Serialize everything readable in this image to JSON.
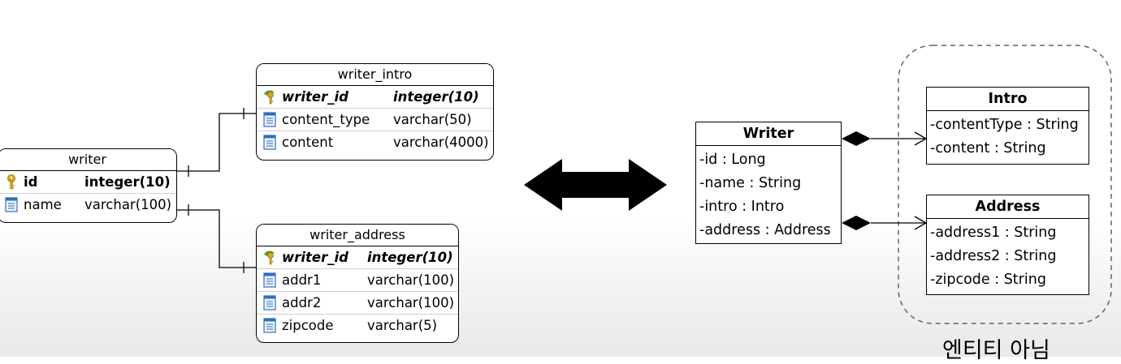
{
  "erd": {
    "writer": {
      "title": "writer",
      "rows": [
        {
          "name": "id",
          "type": "integer(10)",
          "key": "pk"
        },
        {
          "name": "name",
          "type": "varchar(100)",
          "key": "none"
        }
      ]
    },
    "writer_intro": {
      "title": "writer_intro",
      "rows": [
        {
          "name": "writer_id",
          "type": "integer(10)",
          "key": "fk"
        },
        {
          "name": "content_type",
          "type": "varchar(50)",
          "key": "none"
        },
        {
          "name": "content",
          "type": "varchar(4000)",
          "key": "none"
        }
      ]
    },
    "writer_address": {
      "title": "writer_address",
      "rows": [
        {
          "name": "writer_id",
          "type": "integer(10)",
          "key": "fk"
        },
        {
          "name": "addr1",
          "type": "varchar(100)",
          "key": "none"
        },
        {
          "name": "addr2",
          "type": "varchar(100)",
          "key": "none"
        },
        {
          "name": "zipcode",
          "type": "varchar(5)",
          "key": "none"
        }
      ]
    }
  },
  "uml": {
    "writer": {
      "title": "Writer",
      "attributes": [
        "-id : Long",
        "-name : String",
        "-intro : Intro",
        "-address : Address"
      ]
    },
    "intro": {
      "title": "Intro",
      "attributes": [
        "-contentType : String",
        "-content : String"
      ]
    },
    "address": {
      "title": "Address",
      "attributes": [
        "-address1 : String",
        "-address2 : String",
        "-zipcode : String"
      ]
    }
  },
  "caption": "엔티티 아님",
  "icons": {
    "primary_key": "key-icon",
    "foreign_key": "foreign-key-icon",
    "column": "column-icon",
    "mapping": "double-arrow-icon"
  },
  "colors": {
    "line": "#000000",
    "dashed_group": "#5a6478",
    "key_gold": "#d9a521",
    "fk_green": "#5aa02c",
    "column_blue": "#2f6fbf"
  }
}
